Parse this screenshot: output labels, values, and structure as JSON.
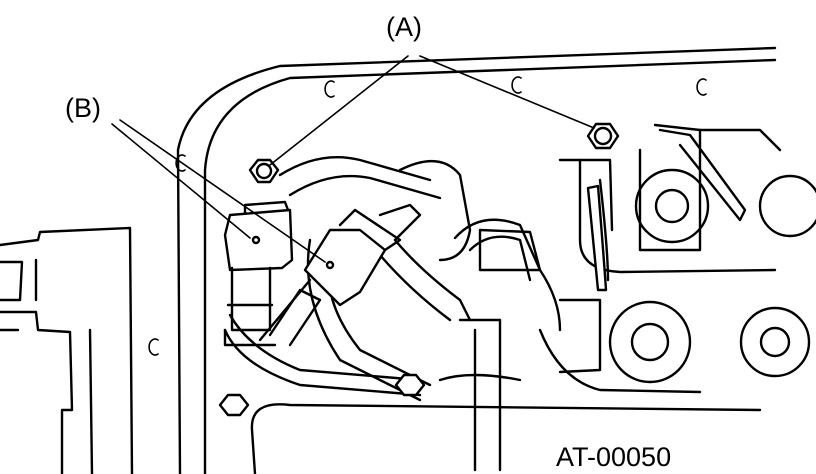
{
  "callouts": {
    "a": "(A)",
    "b": "(B)"
  },
  "figure_code": "AT-00050",
  "colors": {
    "ink": "#000000",
    "paper": "#ffffff"
  }
}
